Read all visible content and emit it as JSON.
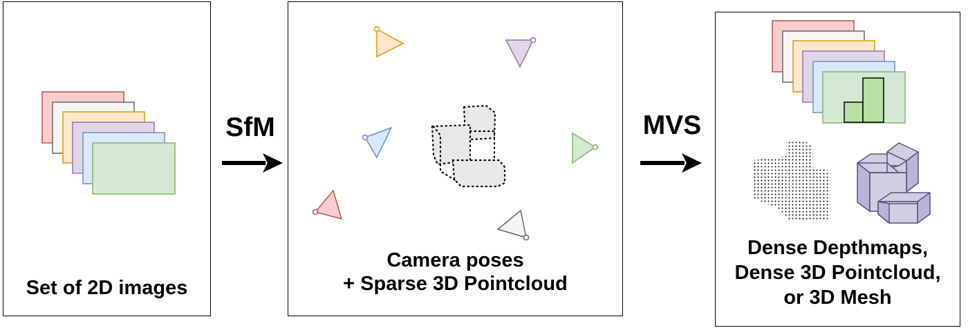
{
  "panels": {
    "input": {
      "label": "Set of 2D images"
    },
    "sparse": {
      "label": "Camera poses\n+ Sparse 3D Pointcloud"
    },
    "dense": {
      "label": "Dense Depthmaps,\nDense 3D Pointcloud,\nor 3D Mesh"
    }
  },
  "steps": {
    "sfm": "SfM",
    "mvs": "MVS"
  },
  "colors": {
    "red": "#f8cecc",
    "red_stroke": "#b85450",
    "white": "#f5f5f5",
    "white_stroke": "#666666",
    "orange": "#ffe6cc",
    "orange_stroke": "#d79b00",
    "purple": "#e1d5e7",
    "purple_stroke": "#9673a6",
    "blue": "#dae8fc",
    "blue_stroke": "#6c8ebf",
    "green": "#d5e8d4",
    "green_stroke": "#82b366",
    "mesh_fill": "#d0cee2",
    "mesh_stroke": "#56517e"
  }
}
